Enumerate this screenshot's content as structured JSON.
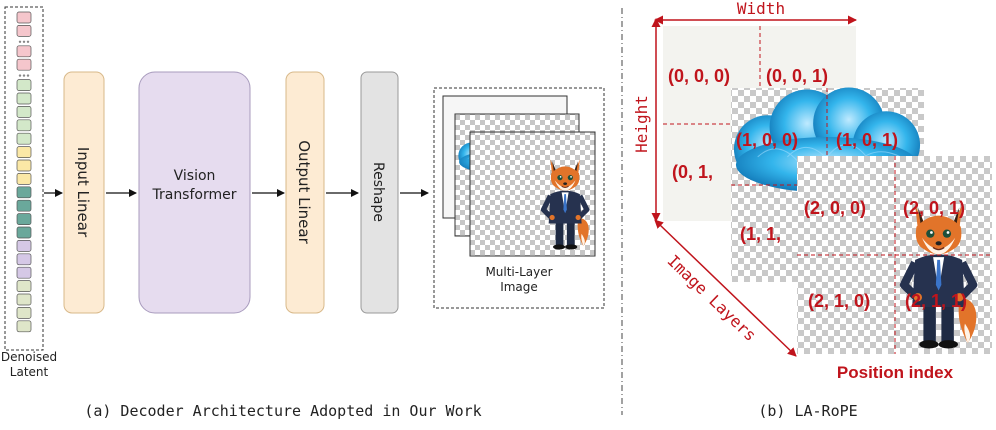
{
  "left_panel": {
    "latent_label_line1": "Denoised",
    "latent_label_line2": "Latent",
    "input_linear": "Input Linear",
    "vit_line1": "Vision",
    "vit_line2": "Transformer",
    "output_linear": "Output Linear",
    "reshape": "Reshape",
    "output_label_line1": "Multi-Layer",
    "output_label_line2": "Image",
    "caption": "(a)  Decoder Architecture Adopted in Our Work",
    "latent_cells": [
      "#f5c6cc",
      "#f5c6cc",
      "gap",
      "#f5c6cc",
      "#f5c6cc",
      "gap",
      "#d3e8c9",
      "#d3e8c9",
      "#d3e8c9",
      "#d3e8c9",
      "#d3e8c9",
      "#fbe8a6",
      "#fbe8a6",
      "#fbe8a6",
      "#6aa89b",
      "#6aa89b",
      "#6aa89b",
      "#6aa89b",
      "#d5c8e6",
      "#d5c8e6",
      "#d5c8e6",
      "#dfe6c9",
      "#dfe6c9",
      "#dfe6c9",
      "#dfe6c9"
    ]
  },
  "right_panel": {
    "width_label": "Width",
    "height_label": "Height",
    "layers_label": "Image Layers",
    "position_label": "Position index",
    "caption": "(b)  LA-RoPE",
    "layer0": [
      "(0, 0, 0)",
      "(0, 0, 1)",
      "(0, 1,"
    ],
    "layer1": [
      "(1, 0, 0)",
      "(1, 0, 1)",
      "(1, 1,"
    ],
    "layer2": [
      "(2, 0, 0)",
      "(2, 0, 1)",
      "(2, 1, 0)",
      "(2, 1, 1)"
    ]
  },
  "colors": {
    "input_linear": "#fdebd3",
    "input_linear_border": "#d8b98a",
    "vit": "#e6dcef",
    "vit_border": "#a89bbd",
    "reshape": "#e3e3e3",
    "reshape_border": "#9a9a9a",
    "accent_red": "#c0141c",
    "feather_blue": "#33b5ec"
  },
  "icons": [
    "fox-character-icon",
    "blue-feather-cloud-icon",
    "arrow-icon"
  ]
}
